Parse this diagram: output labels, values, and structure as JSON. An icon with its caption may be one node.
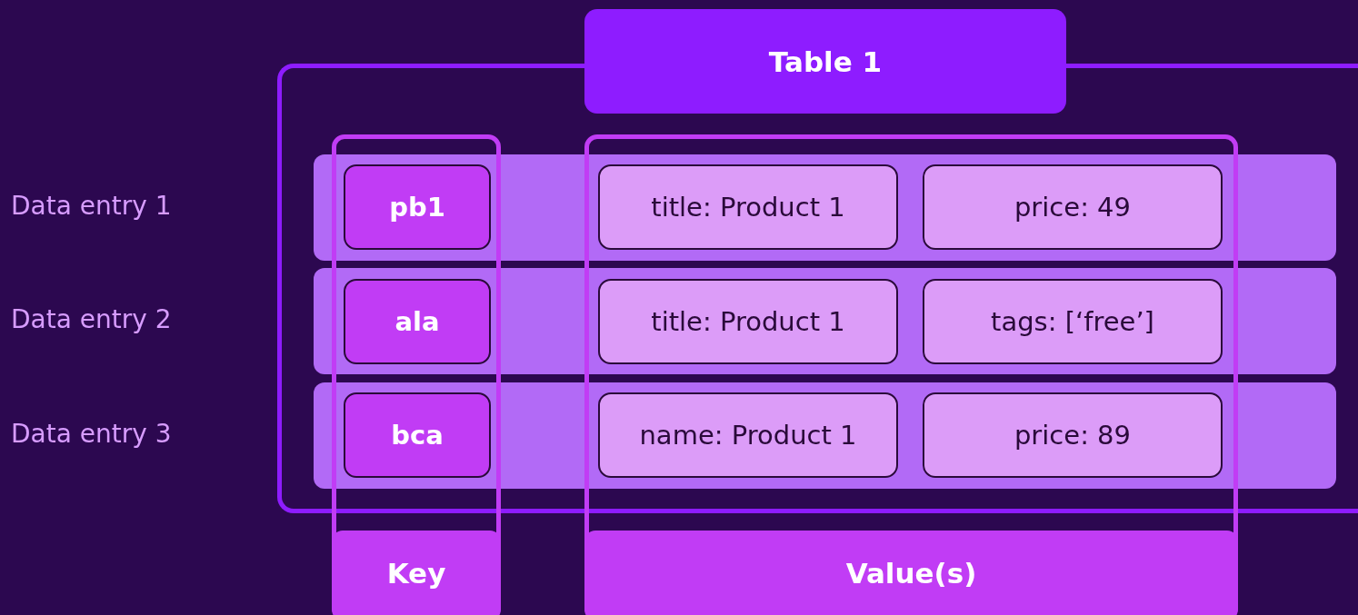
{
  "diagram": {
    "nodes": [
      {
        "text": [
          "Table 1"
        ]
      },
      {
        "text": [],
        "shape": "bar"
      },
      {
        "text": [
          "pb1"
        ]
      },
      {
        "text": [
          "title: Product 1"
        ]
      },
      {
        "text": [
          "price: 49"
        ]
      },
      {
        "text": [],
        "shape": "bar"
      },
      {
        "text": [
          "ala"
        ]
      },
      {
        "text": [
          "title: Product 1"
        ]
      },
      {
        "text": [
          "tags: [‘free’]"
        ]
      },
      {
        "text": [],
        "shape": "bar"
      },
      {
        "text": [
          "bca"
        ]
      },
      {
        "text": [
          "name: Product 1"
        ]
      },
      {
        "text": [
          "price: 89"
        ]
      },
      {
        "text": [
          "Key"
        ]
      },
      {
        "text": [
          "Value(s)"
        ]
      }
    ],
    "labels": [
      "Data entry 1",
      "Data entry 2",
      "Data entry 3"
    ]
  }
}
